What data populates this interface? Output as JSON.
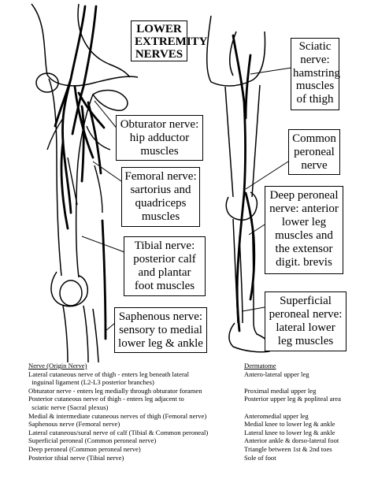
{
  "title": [
    "LOWER",
    "EXTREMITY",
    "NERVES"
  ],
  "labels": {
    "sciatic": [
      "Sciatic",
      "nerve:",
      "hamstring",
      "muscles",
      "of thigh"
    ],
    "obturator": [
      "Obturator nerve:",
      "hip adductor",
      "muscles"
    ],
    "common_peroneal": [
      "Common",
      "peroneal",
      "nerve"
    ],
    "femoral": [
      "Femoral nerve:",
      "sartorius and",
      "quadriceps",
      "muscles"
    ],
    "deep_peroneal": [
      "Deep peroneal",
      "nerve: anterior",
      "lower leg",
      "muscles and",
      "the extensor",
      "digit. brevis"
    ],
    "tibial": [
      "Tibial nerve:",
      "posterior calf",
      "and plantar",
      "foot muscles"
    ],
    "superficial_peroneal": [
      "Superficial",
      "peroneal nerve:",
      "lateral lower",
      "leg muscles"
    ],
    "saphenous": [
      "Saphenous nerve:",
      "sensory to medial",
      "lower leg & ankle"
    ]
  },
  "table": {
    "header_nerve": "Nerve (Origin Nerve)",
    "header_dermatome": "Dermatome",
    "rows": [
      {
        "nerve": "Lateral cutaneous nerve of thigh - enters leg beneath lateral",
        "dermatome": "Antero-lateral upper leg"
      },
      {
        "nerve": "  inguinal ligament (L2-L3 posterior branches)",
        "dermatome": ""
      },
      {
        "nerve": "Obturator nerve - enters leg medially through obturator foramen",
        "dermatome": "Proximal medial upper leg"
      },
      {
        "nerve": "Posterior cutaneous nerve of thigh - enters leg adjacent to",
        "dermatome": "Posterior upper leg & popliteal area"
      },
      {
        "nerve": "  sciatic nerve (Sacral plexus)",
        "dermatome": ""
      },
      {
        "nerve": "Medial & intermediate cutaneous nerves of thigh (Femoral nerve)",
        "dermatome": "Anteromedial upper leg"
      },
      {
        "nerve": "Saphenous nerve (Femoral nerve)",
        "dermatome": "Medial knee to lower leg & ankle"
      },
      {
        "nerve": "Lateral cutaneous/sural nerve of calf (Tibial & Common peroneal)",
        "dermatome": "Lateral knee to lower leg & ankle"
      },
      {
        "nerve": "Superficial peroneal (Common peroneal nerve)",
        "dermatome": "Anterior ankle & dorso-lateral foot"
      },
      {
        "nerve": "Deep peroneal (Common peroneal nerve)",
        "dermatome": "Triangle between 1st & 2nd toes"
      },
      {
        "nerve": "Posterior tibial nerve (Tibial nerve)",
        "dermatome": "Sole of foot"
      }
    ]
  }
}
